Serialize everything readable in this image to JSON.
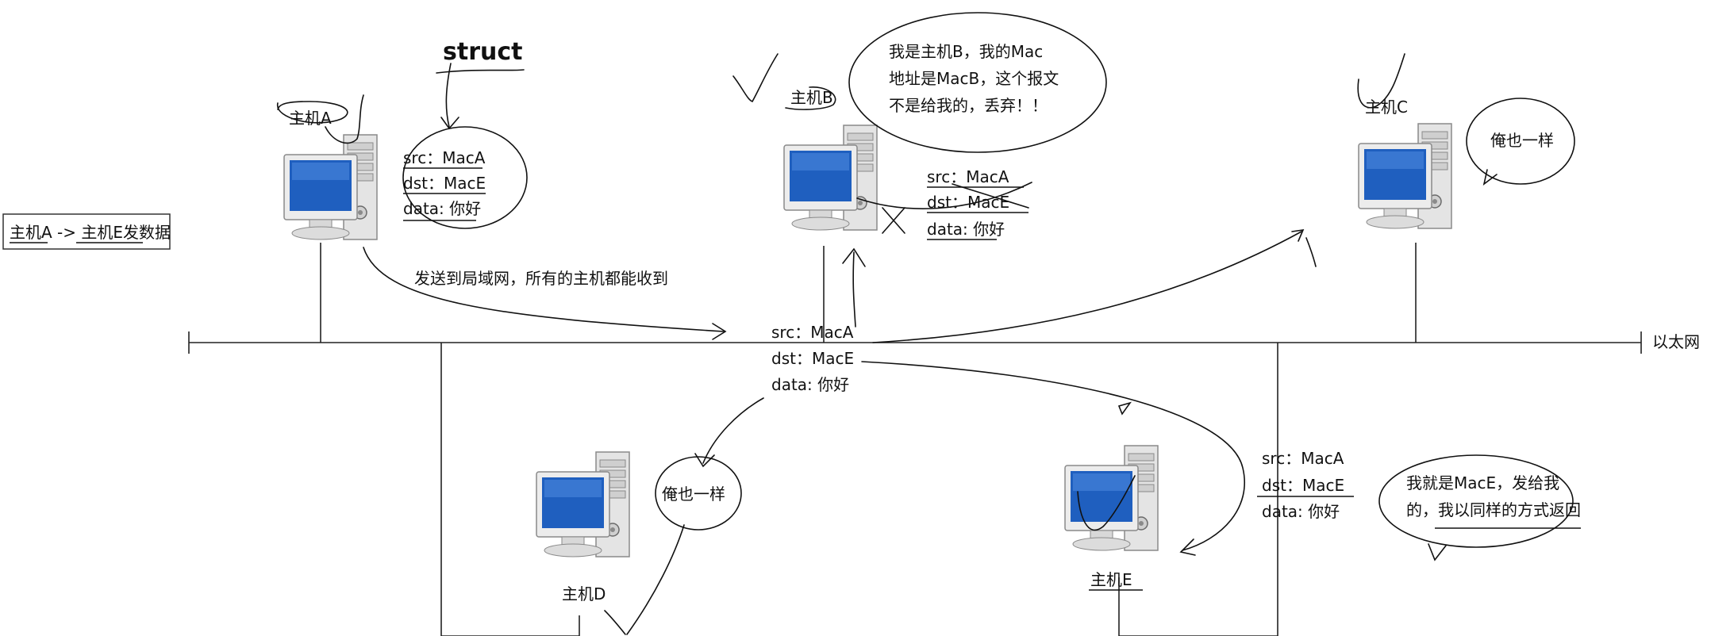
{
  "title": "struct",
  "caption_box": "主机A -> 主机E发数据",
  "ethernet_label": "以太网",
  "broadcast_note": "发送到局域网，所有的主机都能收到",
  "frame": {
    "src": "src：MacA",
    "dst": "dst：MacE",
    "data": "data: 你好"
  },
  "hosts": {
    "a": {
      "label": "主机A"
    },
    "b": {
      "label": "主机B",
      "speech": [
        "我是主机B，我的Mac",
        "地址是MacB，这个报文",
        "不是给我的，丢弃！！"
      ]
    },
    "c": {
      "label": "主机C",
      "speech": "俺也一样"
    },
    "d": {
      "label": "主机D",
      "speech": "俺也一样"
    },
    "e": {
      "label": "主机E",
      "speech": [
        "我就是MacE，发给我",
        "的，我以同样的方式返回"
      ]
    }
  }
}
